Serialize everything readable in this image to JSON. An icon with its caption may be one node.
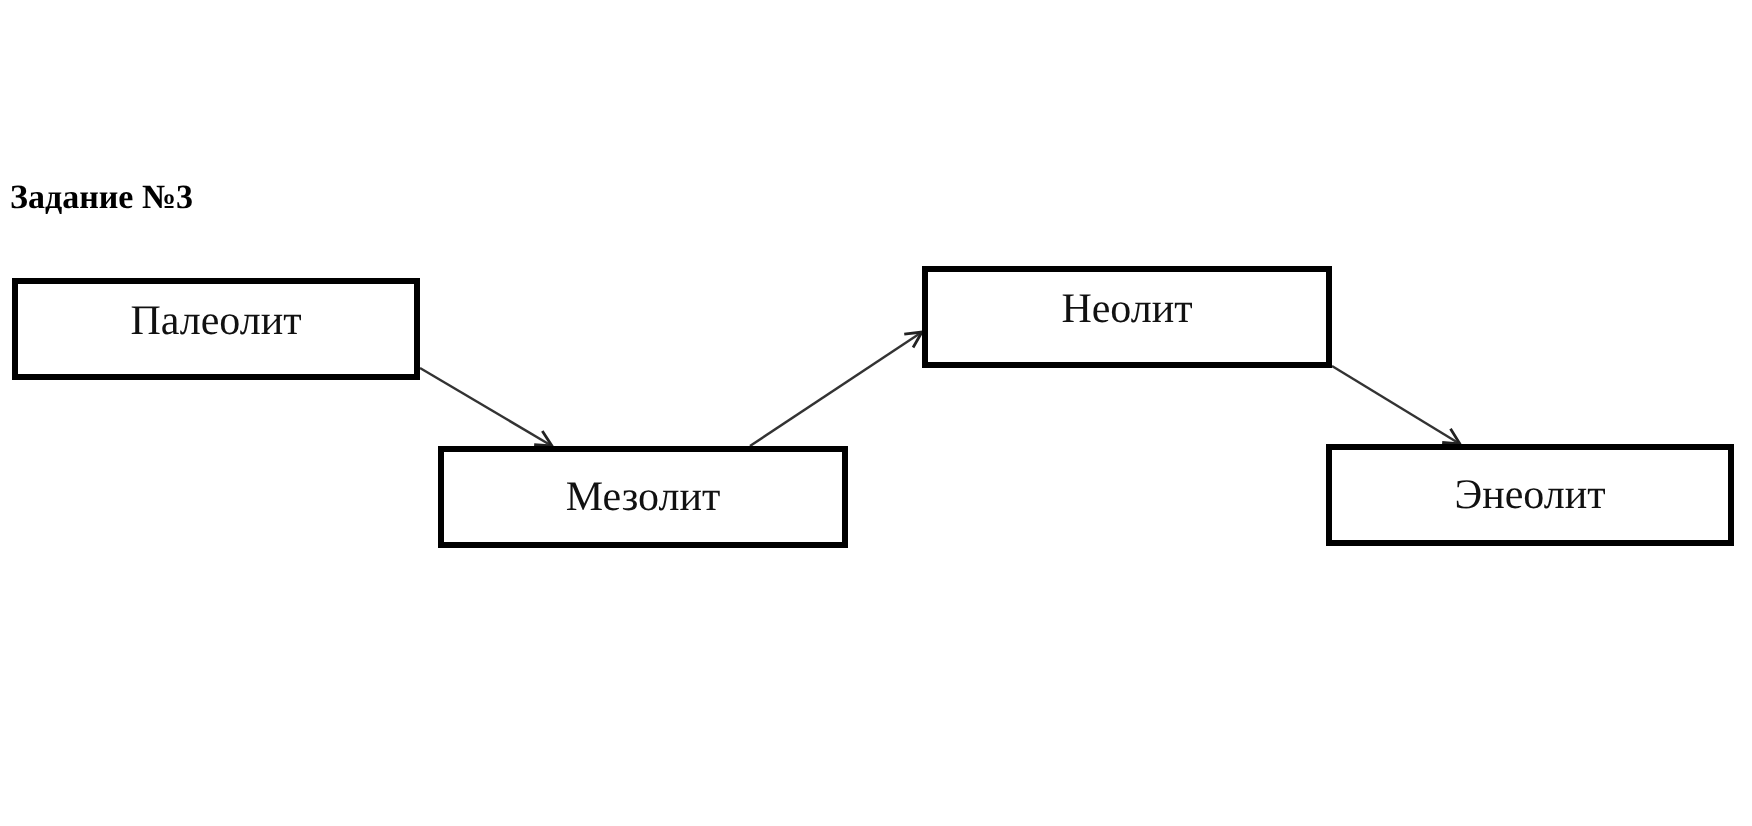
{
  "diagram": {
    "title": "Задание №3",
    "nodes": [
      {
        "text": [
          "Палеолит"
        ]
      },
      {
        "text": [
          "Мезолит"
        ]
      },
      {
        "text": [
          "Неолит"
        ]
      },
      {
        "text": [
          "Энеолит"
        ]
      }
    ],
    "edges": [
      {
        "from": 0,
        "to": 1,
        "arrow": "to"
      },
      {
        "from": 1,
        "to": 2,
        "arrow": "to"
      },
      {
        "from": 2,
        "to": 3,
        "arrow": "to"
      }
    ]
  }
}
